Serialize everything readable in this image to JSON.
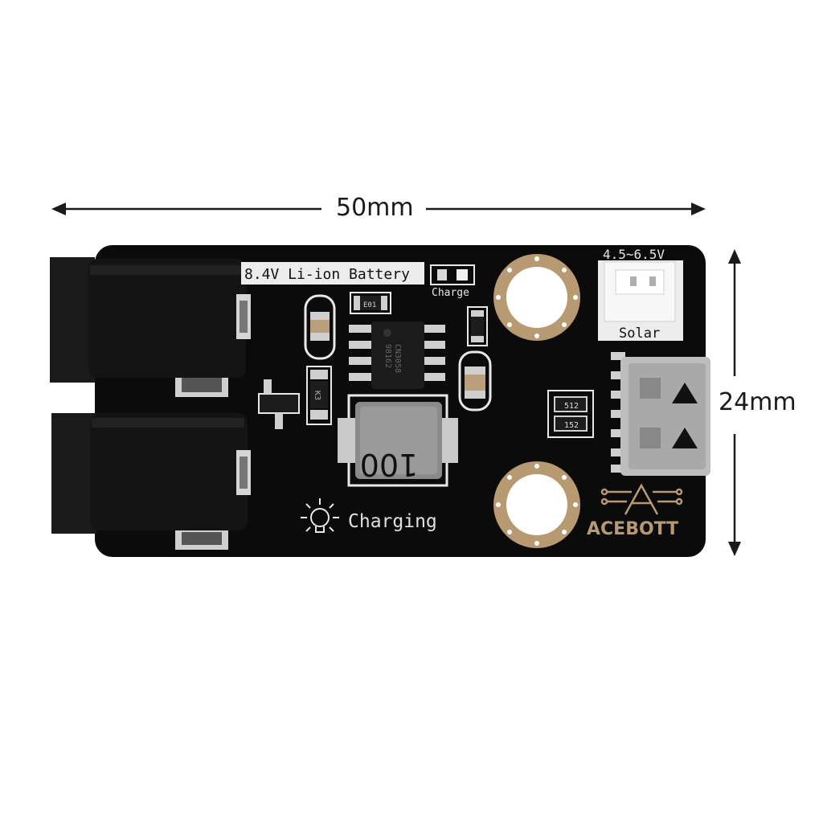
{
  "dimensions": {
    "width_label": "50mm",
    "height_label": "24mm"
  },
  "board": {
    "battery_label": "8.4V Li-ion Battery",
    "charge_led_label": "Charge",
    "solar_voltage_label": "4.5~6.5V",
    "solar_label": "Solar",
    "charging_label": "Charging",
    "brand": "ACEBOTT",
    "inductor_marking": "100",
    "led_marking": "E01",
    "resistor_marking_1": "512",
    "resistor_marking_2": "152",
    "transistor_marking": "K3",
    "chip_marking_1": "CN3058",
    "chip_marking_2": "98162"
  },
  "colors": {
    "pcb": "#0b0b0b",
    "silkscreen": "#e8e8e8",
    "copper": "#b89a72",
    "dc_jack": "#141414"
  }
}
